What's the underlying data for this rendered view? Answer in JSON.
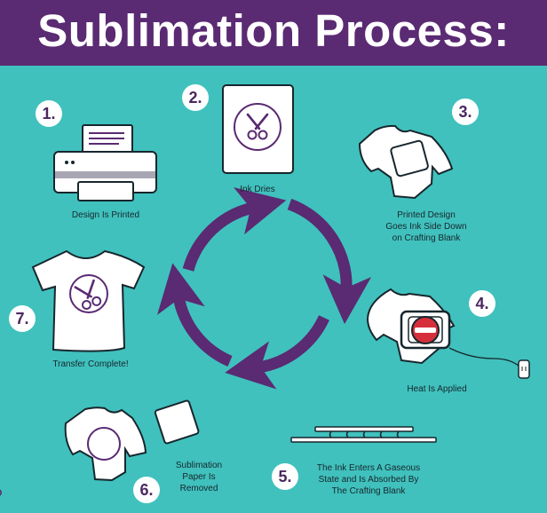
{
  "title": "Sublimation Process:",
  "colors": {
    "background": "#40c1bd",
    "banner": "#5a2a72",
    "accent": "#5a2a72",
    "heat_press_red": "#d62f3b"
  },
  "steps": [
    {
      "number": "1.",
      "caption": "Design Is Printed",
      "icon": "printer-icon"
    },
    {
      "number": "2.",
      "caption": "Ink Dries",
      "icon": "transfer-paper-icon"
    },
    {
      "number": "3.",
      "caption": "Printed Design\nGoes Ink Side Down\non Crafting Blank",
      "icon": "shirt-with-paper-icon"
    },
    {
      "number": "4.",
      "caption": "Heat Is Applied",
      "icon": "heat-press-icon"
    },
    {
      "number": "5.",
      "caption": "The Ink Enters A Gaseous\nState and Is Absorbed By\nThe Crafting Blank",
      "icon": "gaseous-ink-icon"
    },
    {
      "number": "6.",
      "caption": "Sublimation\nPaper Is\nRemoved",
      "icon": "paper-removed-icon"
    },
    {
      "number": "7.",
      "caption": "Transfer Complete!",
      "icon": "finished-shirt-icon"
    }
  ]
}
